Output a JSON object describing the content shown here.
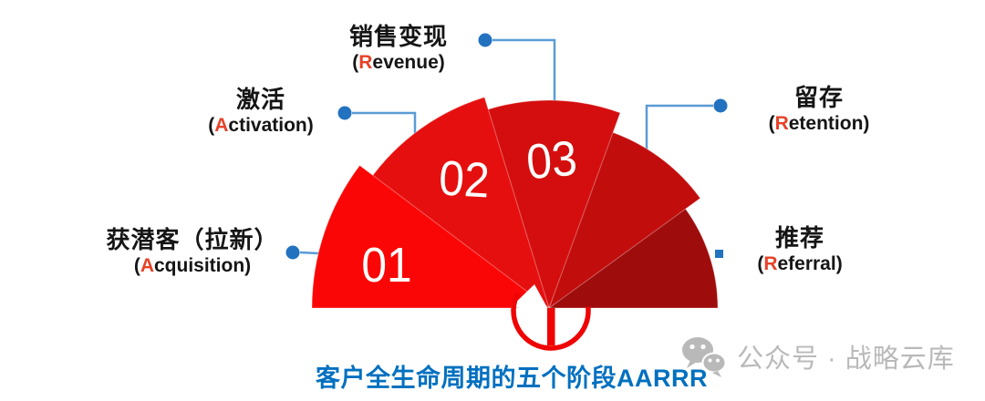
{
  "diagram_title": "客户全生命周期的五个阶段AARRR",
  "watermark": {
    "icon": "wechat-icon",
    "text": "公众号 · 战略云库"
  },
  "stages": [
    {
      "num": "01",
      "zh": "获潜客（拉新）",
      "en_open": "(",
      "en_initial": "A",
      "en_rest": "cquisition)",
      "color": "#FB0606"
    },
    {
      "num": "02",
      "zh": "激活",
      "en_open": "(",
      "en_initial": "A",
      "en_rest": "ctivation)",
      "color": "#E60F0F"
    },
    {
      "num": "03",
      "zh": "销售变现",
      "en_open": "(",
      "en_initial": "R",
      "en_rest": "evenue)",
      "color": "#D40E0E"
    },
    {
      "num": "",
      "zh": "留存",
      "en_open": "(",
      "en_initial": "R",
      "en_rest": "etention)",
      "color": "#C20D0D"
    },
    {
      "num": "",
      "zh": "推荐",
      "en_open": "(",
      "en_initial": "R",
      "en_rest": "eferral)",
      "color": "#9E0C0C"
    }
  ],
  "colors": {
    "ring": "#EE0404",
    "initial": "#E64228",
    "connector-line": "#5B9BD5",
    "connector-dot": "#2272BF",
    "title": "#0070C0",
    "watermark": "#B9B9B9",
    "label": "#151515",
    "number": "#FFFFFF"
  }
}
